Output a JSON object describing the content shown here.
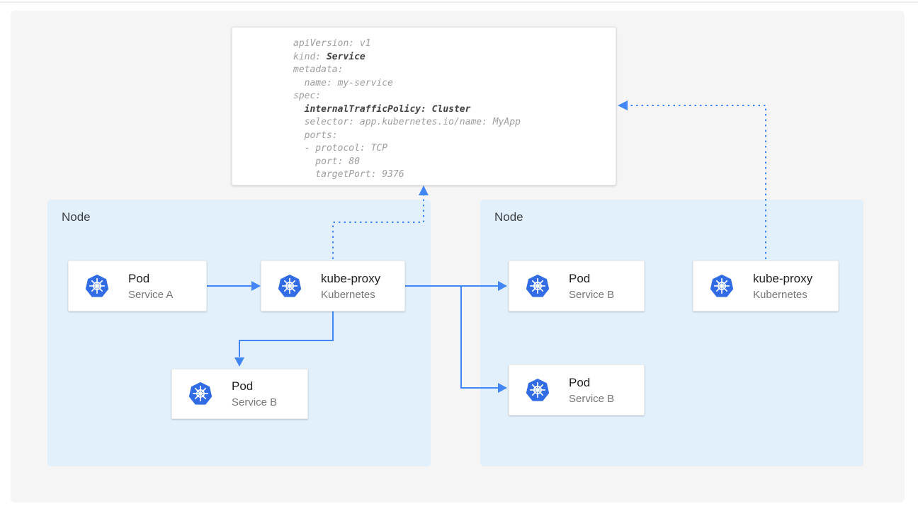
{
  "colors": {
    "accent_blue": "#4285f4",
    "node_fill": "#e2f0fc",
    "panel_bg": "#f5f5f6",
    "kubernetes_blue": "#326ce5",
    "card_bg": "#ffffff",
    "yaml_text": "#9e9e9e",
    "yaml_bold_text": "#424242",
    "title_text": "#212121",
    "subtitle_text": "#757575",
    "node_label_text": "#3c4043"
  },
  "yaml": {
    "lines": [
      {
        "a": "apiVersion: v1"
      },
      {
        "a": "kind: ",
        "b": "Service"
      },
      {
        "a": "metadata:"
      },
      {
        "a": "  name: my-service"
      },
      {
        "a": "spec:"
      },
      {
        "a": "  ",
        "b": "internalTrafficPolicy: Cluster"
      },
      {
        "a": "  selector: app.kubernetes.io/name: MyApp"
      },
      {
        "a": "  ports:"
      },
      {
        "a": "  - protocol: TCP"
      },
      {
        "a": "    port: 80"
      },
      {
        "a": "    targetPort: 9376"
      }
    ]
  },
  "nodes": {
    "left": {
      "label": "Node"
    },
    "right": {
      "label": "Node"
    }
  },
  "cards": {
    "pod_a": {
      "title": "Pod",
      "subtitle": "Service A"
    },
    "kube_proxy_left": {
      "title": "kube-proxy",
      "subtitle": "Kubernetes"
    },
    "pod_b_left": {
      "title": "Pod",
      "subtitle": "Service B"
    },
    "pod_b_right_top": {
      "title": "Pod",
      "subtitle": "Service B"
    },
    "pod_b_right_bottom": {
      "title": "Pod",
      "subtitle": "Service B"
    },
    "kube_proxy_right": {
      "title": "kube-proxy",
      "subtitle": "Kubernetes"
    }
  },
  "icons": {
    "kubernetes": "kubernetes-helm-wheel-icon"
  }
}
